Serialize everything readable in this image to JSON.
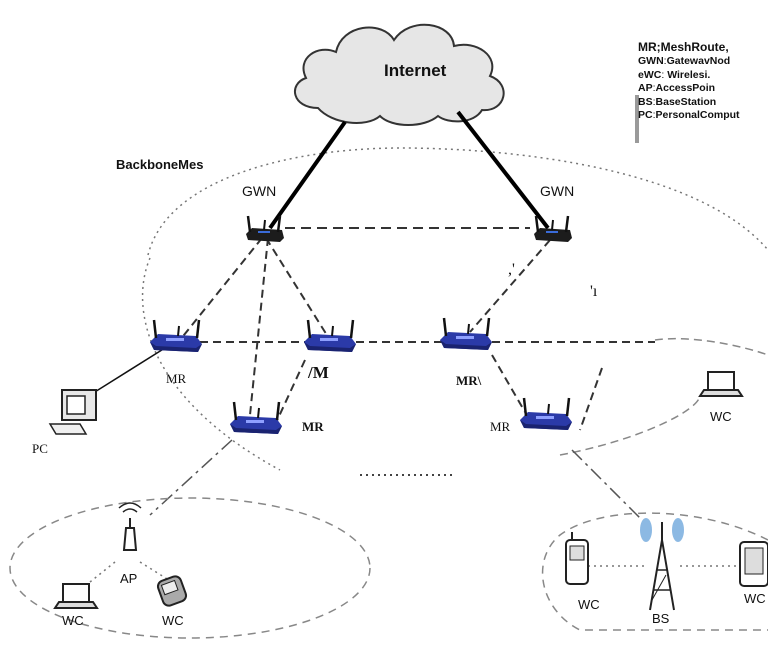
{
  "internet": "Internet",
  "backbone_label": "BackboneMes",
  "gwn_left": "GWN",
  "gwn_right": "GWN",
  "legend": [
    {
      "abbr": "MR",
      "sep": ";",
      "text": "MeshRoute,"
    },
    {
      "abbr": "GWN",
      "sep": ":",
      "text": "GatewavNod"
    },
    {
      "abbr": "eWC",
      "sep": ": ",
      "text": "Wirelesi."
    },
    {
      "abbr": "AP",
      "sep": ":",
      "text": "AccessPoin"
    },
    {
      "abbr": "BS",
      "sep": ":",
      "text": "BaseStation"
    },
    {
      "abbr": "PC",
      "sep": ":",
      "text": "PersonalComput"
    }
  ],
  "mr_left": "MR",
  "mr_center": "/M",
  "mr_right_top": "MR\\",
  "mr_lower_left": "MR",
  "mr_lower_right": "MR",
  "pc": "PC",
  "wc_right": "WC",
  "ap": "AP",
  "wc_ap_left": "WC",
  "wc_ap_right": "WC",
  "wc_bs_left": "WC",
  "bs": "BS",
  "wc_bs_right": "WC",
  "stray_1": ",'",
  "stray_2": "'ı"
}
